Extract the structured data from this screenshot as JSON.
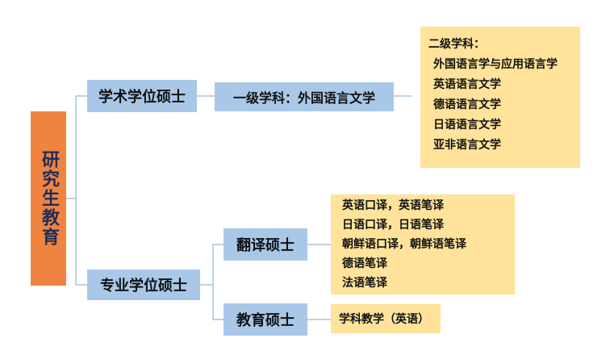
{
  "root": {
    "label": "研究生教育"
  },
  "academic": {
    "label": "学术学位硕士",
    "level1": "一级学科：外国语言文学",
    "level2": {
      "heading": "二级学科：",
      "items": [
        "外国语言学与应用语言学",
        "英语语言文学",
        "德语语言文学",
        "日语语言文学",
        "亚非语言文学"
      ]
    }
  },
  "professional": {
    "label": "专业学位硕士",
    "translation": {
      "label": "翻译硕士",
      "items": [
        "英语口译，英语笔译",
        "日语口译，日语笔译",
        "朝鲜语口译，朝鲜语笔译",
        "德语笔译",
        "法语笔译"
      ]
    },
    "education": {
      "label": "教育硕士",
      "items": [
        "学科教学（英语）"
      ]
    }
  },
  "colors": {
    "root_fill": "#f0833f",
    "root_text": "#1f2d5a",
    "blue_fill": "#a9c8e8",
    "yellow_fill": "#ffe39b",
    "line": "#a9c3dc"
  }
}
